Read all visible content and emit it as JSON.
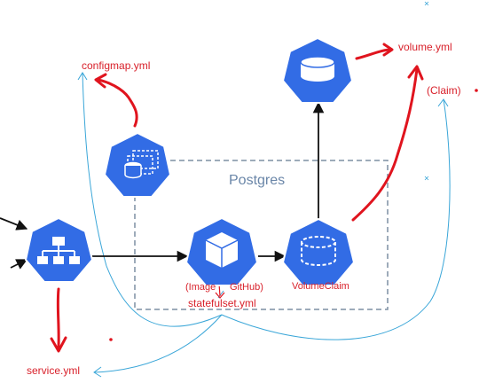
{
  "diagram": {
    "group_label": "Postgres",
    "labels": {
      "configmap": "configmap.yml",
      "volume": "volume.yml",
      "claim": "(Claim)",
      "statefulset": "statefulset.yml",
      "image": "(Image",
      "github": "GitHub)",
      "volumeclaim": "VolumeClaim",
      "service": "service.yml"
    },
    "nodes": [
      {
        "id": "service",
        "icon": "hierarchy-icon"
      },
      {
        "id": "configmap",
        "icon": "configmap-icon"
      },
      {
        "id": "statefulset",
        "icon": "cube-icon"
      },
      {
        "id": "volumeclaim",
        "icon": "dashed-cylinder-icon"
      },
      {
        "id": "volume",
        "icon": "cylinder-icon"
      }
    ],
    "colors": {
      "node_fill": "#326ce5",
      "annotation_red": "#e0141e",
      "annotation_blue": "#3aa6d8",
      "group_border": "#7d8fa3",
      "arrow": "#111111"
    }
  }
}
